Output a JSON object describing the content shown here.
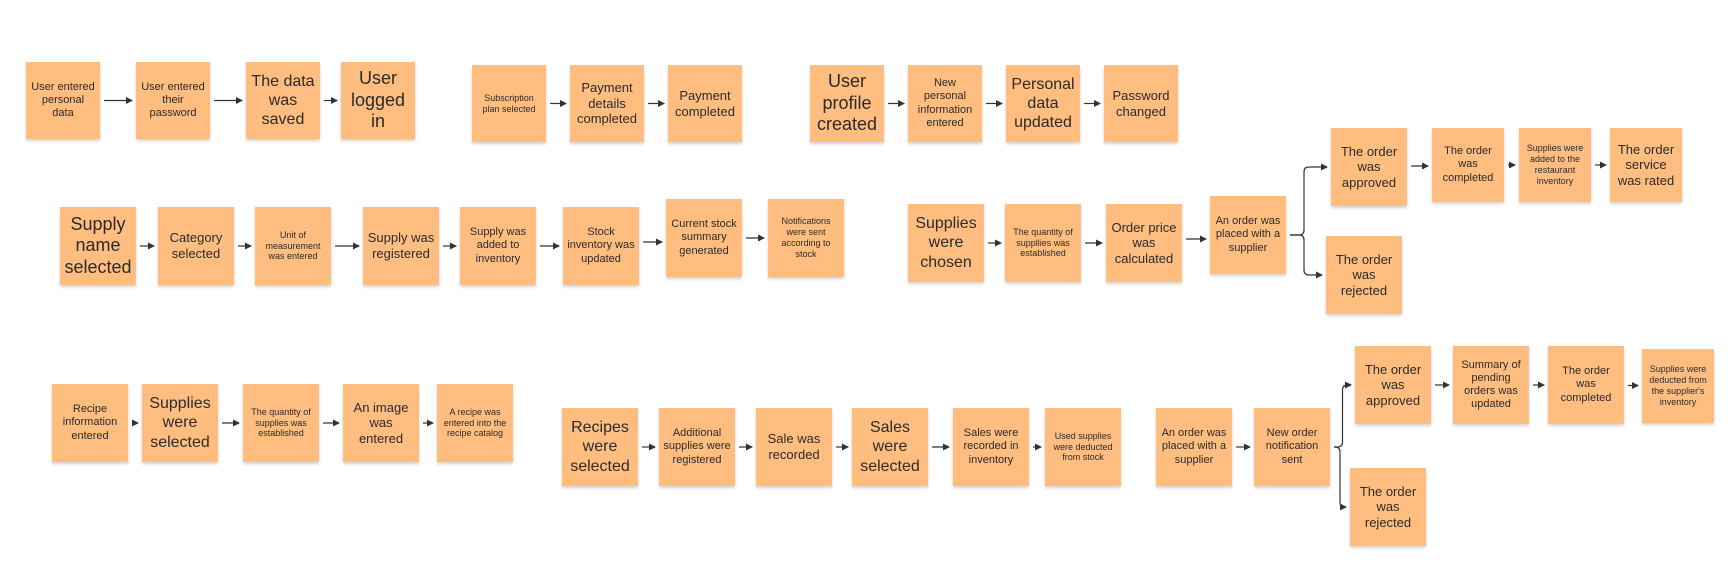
{
  "colors": {
    "note": "#ffbd80",
    "arrow": "#333333",
    "background": "#ffffff"
  },
  "notes": [
    {
      "id": "n1",
      "text": "User entered personal data"
    },
    {
      "id": "n2",
      "text": "User entered their password"
    },
    {
      "id": "n3",
      "text": "The data was saved"
    },
    {
      "id": "n4",
      "text": "User logged in"
    },
    {
      "id": "n5",
      "text": "Subscription plan selected"
    },
    {
      "id": "n6",
      "text": "Payment details completed"
    },
    {
      "id": "n7",
      "text": "Payment completed"
    },
    {
      "id": "n8",
      "text": "User profile created"
    },
    {
      "id": "n9",
      "text": "New personal information entered"
    },
    {
      "id": "n10",
      "text": "Personal data updated"
    },
    {
      "id": "n11",
      "text": "Password changed"
    },
    {
      "id": "n12",
      "text": "Supply name selected"
    },
    {
      "id": "n13",
      "text": "Category selected"
    },
    {
      "id": "n14",
      "text": "Unit of measurement was entered"
    },
    {
      "id": "n15",
      "text": "Supply was registered"
    },
    {
      "id": "n16",
      "text": "Supply was added to inventory"
    },
    {
      "id": "n17",
      "text": "Stock inventory was updated"
    },
    {
      "id": "n18",
      "text": "Current stock summary generated"
    },
    {
      "id": "n19",
      "text": "Notifications were sent according to stock"
    },
    {
      "id": "n20",
      "text": "Supplies were chosen"
    },
    {
      "id": "n21",
      "text": "The quantity of suppllies was established"
    },
    {
      "id": "n22",
      "text": "Order price was calculated"
    },
    {
      "id": "n23",
      "text": "An order was placed with a supplier"
    },
    {
      "id": "n24",
      "text": "The order was approved"
    },
    {
      "id": "n25",
      "text": "The order was completed"
    },
    {
      "id": "n26",
      "text": "Supplies were added to the restaurant inventory"
    },
    {
      "id": "n27",
      "text": "The order service was rated"
    },
    {
      "id": "n28",
      "text": "The order was rejected"
    },
    {
      "id": "n29",
      "text": "Recipe information entered"
    },
    {
      "id": "n30",
      "text": "Supplies were selected"
    },
    {
      "id": "n31",
      "text": "The quantity of supplies was established"
    },
    {
      "id": "n32",
      "text": "An image was entered"
    },
    {
      "id": "n33",
      "text": "A recipe was entered into the recipe catalog"
    },
    {
      "id": "n34",
      "text": "Recipes were selected"
    },
    {
      "id": "n35",
      "text": "Additional supplies were registered"
    },
    {
      "id": "n36",
      "text": "Sale was recorded"
    },
    {
      "id": "n37",
      "text": "Sales were selected"
    },
    {
      "id": "n38",
      "text": "Sales were recorded in inventory"
    },
    {
      "id": "n39",
      "text": "Used supplies were deducted from stock"
    },
    {
      "id": "n40",
      "text": "An order was placed with a supplier"
    },
    {
      "id": "n41",
      "text": "New order notification sent"
    },
    {
      "id": "n42",
      "text": "The order was approved"
    },
    {
      "id": "n43",
      "text": "Summary of pending orders was updated"
    },
    {
      "id": "n44",
      "text": "The order was completed"
    },
    {
      "id": "n45",
      "text": "Supplies were deducted from the supplier's inventory"
    },
    {
      "id": "n46",
      "text": "The order was rejected"
    }
  ],
  "connections": [
    [
      "n1",
      "n2"
    ],
    [
      "n2",
      "n3"
    ],
    [
      "n3",
      "n4"
    ],
    [
      "n5",
      "n6"
    ],
    [
      "n6",
      "n7"
    ],
    [
      "n8",
      "n9"
    ],
    [
      "n9",
      "n10"
    ],
    [
      "n10",
      "n11"
    ],
    [
      "n12",
      "n13"
    ],
    [
      "n13",
      "n14"
    ],
    [
      "n14",
      "n15"
    ],
    [
      "n15",
      "n16"
    ],
    [
      "n16",
      "n17"
    ],
    [
      "n17",
      "n18"
    ],
    [
      "n18",
      "n19"
    ],
    [
      "n20",
      "n21"
    ],
    [
      "n21",
      "n22"
    ],
    [
      "n22",
      "n23"
    ],
    [
      "n23",
      "n24"
    ],
    [
      "n23",
      "n28"
    ],
    [
      "n24",
      "n25"
    ],
    [
      "n25",
      "n26"
    ],
    [
      "n26",
      "n27"
    ],
    [
      "n29",
      "n30"
    ],
    [
      "n30",
      "n31"
    ],
    [
      "n31",
      "n32"
    ],
    [
      "n32",
      "n33"
    ],
    [
      "n34",
      "n35"
    ],
    [
      "n35",
      "n36"
    ],
    [
      "n36",
      "n37"
    ],
    [
      "n37",
      "n38"
    ],
    [
      "n38",
      "n39"
    ],
    [
      "n40",
      "n41"
    ],
    [
      "n41",
      "n42"
    ],
    [
      "n41",
      "n46"
    ],
    [
      "n42",
      "n43"
    ],
    [
      "n43",
      "n44"
    ],
    [
      "n44",
      "n45"
    ]
  ]
}
